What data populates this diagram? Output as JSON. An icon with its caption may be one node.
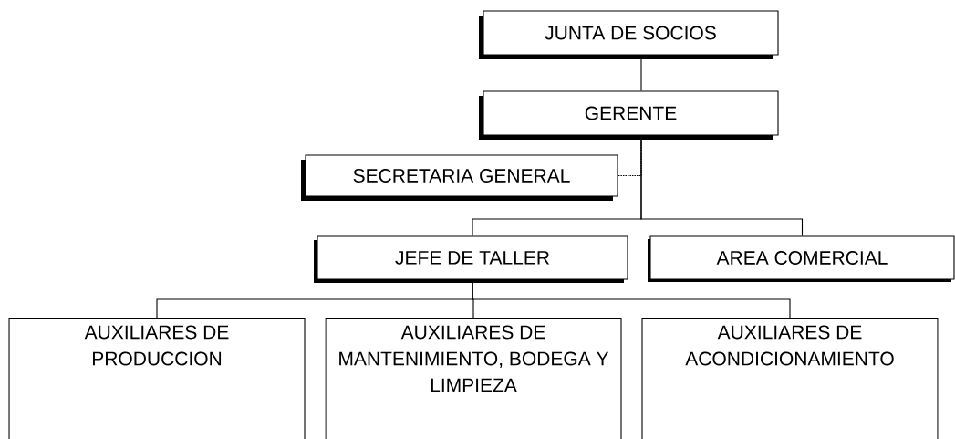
{
  "diagram": {
    "nodes": [
      {
        "text": [
          "JUNTA DE SOCIOS"
        ]
      },
      {
        "text": [
          "GERENTE"
        ]
      },
      {
        "text": [
          "SECRETARIA GENERAL"
        ]
      },
      {
        "text": [
          "JEFE DE TALLER"
        ]
      },
      {
        "text": [
          "AREA COMERCIAL"
        ]
      },
      {
        "text": [
          "AUXILIARES DE PRODUCCION"
        ]
      },
      {
        "text": [
          "AUXILIARES DE MANTENIMIENTO, BODEGA Y LIMPIEZA"
        ]
      },
      {
        "text": [
          "AUXILIARES DE ACONDICIONAMIENTO"
        ]
      }
    ],
    "edges": [
      {
        "from": 0,
        "to": 1,
        "arrow": "none"
      },
      {
        "from": 1,
        "to": 2,
        "arrow": "none",
        "style": "dashed"
      },
      {
        "from": 1,
        "to": 3,
        "arrow": "none"
      },
      {
        "from": 1,
        "to": 4,
        "arrow": "none"
      },
      {
        "from": 3,
        "to": 5,
        "arrow": "none"
      },
      {
        "from": 3,
        "to": 6,
        "arrow": "none"
      },
      {
        "from": 3,
        "to": 7,
        "arrow": "none"
      }
    ]
  }
}
